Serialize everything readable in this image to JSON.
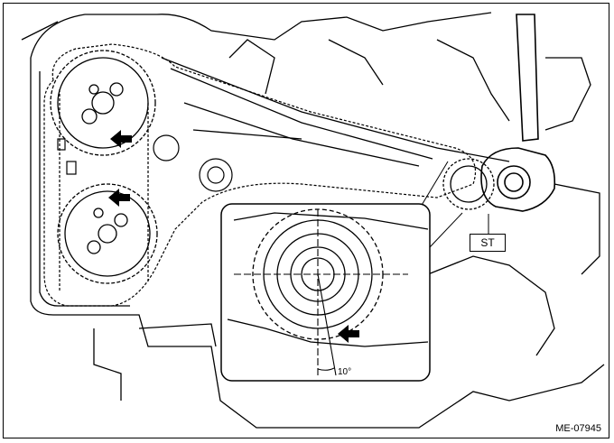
{
  "labels": {
    "tool": "ST",
    "angle": "10°",
    "figure_id": "ME-07945"
  },
  "colors": {
    "line": "#000000",
    "background": "#ffffff"
  },
  "icons": [
    "arrow-icon"
  ]
}
